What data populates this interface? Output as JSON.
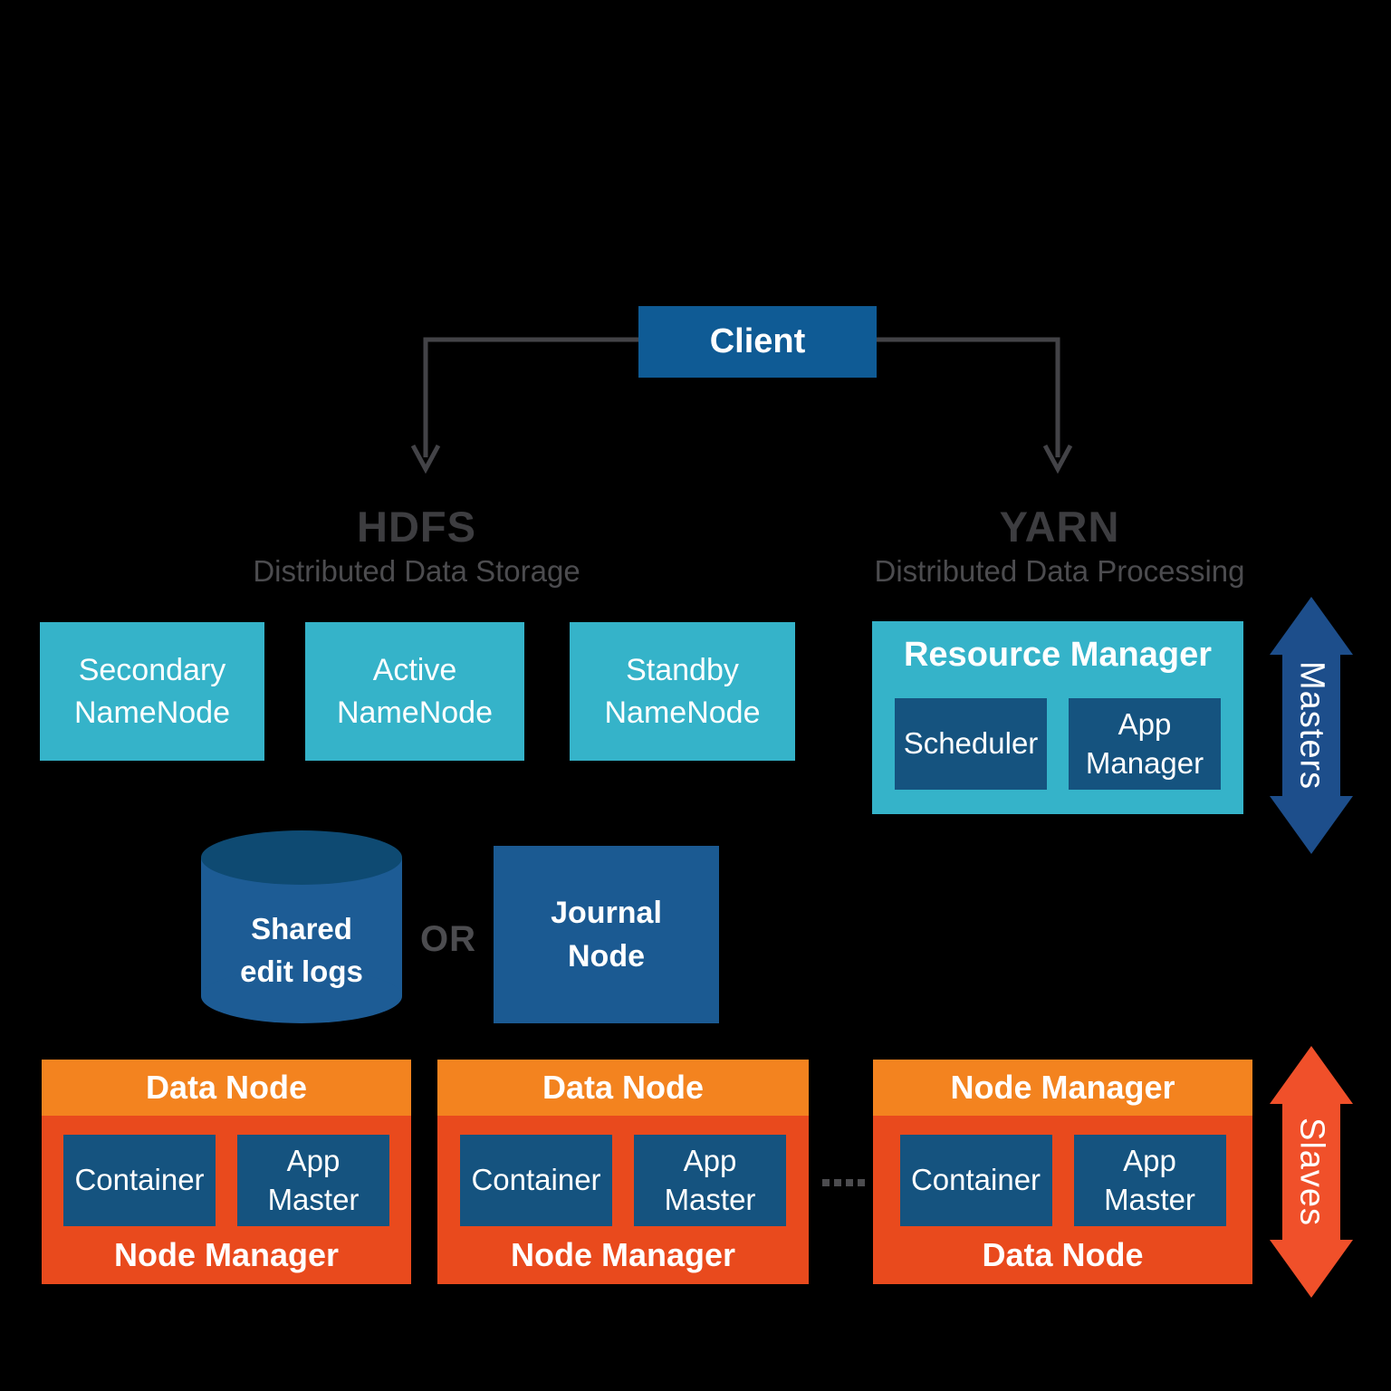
{
  "colors": {
    "canvas_bg": "#000000",
    "teal": "#35b3c9",
    "client_blue": "#0f5b95",
    "box_blue": "#15537f",
    "journal_blue": "#1b5a92",
    "cyl_body": "#1d5c95",
    "cyl_top": "#0e4a72",
    "masters_blue": "#1d4e8b",
    "orange_header": "#f3831f",
    "orange_body": "#e94a1d",
    "slaves_orange": "#f0502a",
    "heading_gray": "#3d3d40",
    "subtitle_gray": "#4c4c4f",
    "line_gray": "#434347",
    "text_white": "#ffffff"
  },
  "client": {
    "label": "Client"
  },
  "hdfs": {
    "title": "HDFS",
    "subtitle": "Distributed Data Storage",
    "nodes": [
      {
        "label": "Secondary\nNameNode"
      },
      {
        "label": "Active\nNameNode"
      },
      {
        "label": "Standby\nNameNode"
      }
    ],
    "shared_storage": {
      "cylinder_label": "Shared\nedit logs",
      "or_label": "OR",
      "journal_label": "Journal\nNode"
    }
  },
  "yarn": {
    "title": "YARN",
    "subtitle": "Distributed Data Processing",
    "resource_manager": {
      "title": "Resource Manager",
      "children": [
        {
          "label": "Scheduler"
        },
        {
          "label": "App\nManager"
        }
      ]
    }
  },
  "workers": [
    {
      "header": "Data Node",
      "children": [
        {
          "label": "Container"
        },
        {
          "label": "App\nMaster"
        }
      ],
      "footer": "Node Manager"
    },
    {
      "header": "Data Node",
      "children": [
        {
          "label": "Container"
        },
        {
          "label": "App\nMaster"
        }
      ],
      "footer": "Node Manager"
    },
    {
      "header": "Node Manager",
      "children": [
        {
          "label": "Container"
        },
        {
          "label": "App\nMaster"
        }
      ],
      "footer": "Data Node"
    }
  ],
  "workers_ellipsis": "....",
  "side_labels": {
    "masters": "Masters",
    "slaves": "Slaves"
  }
}
